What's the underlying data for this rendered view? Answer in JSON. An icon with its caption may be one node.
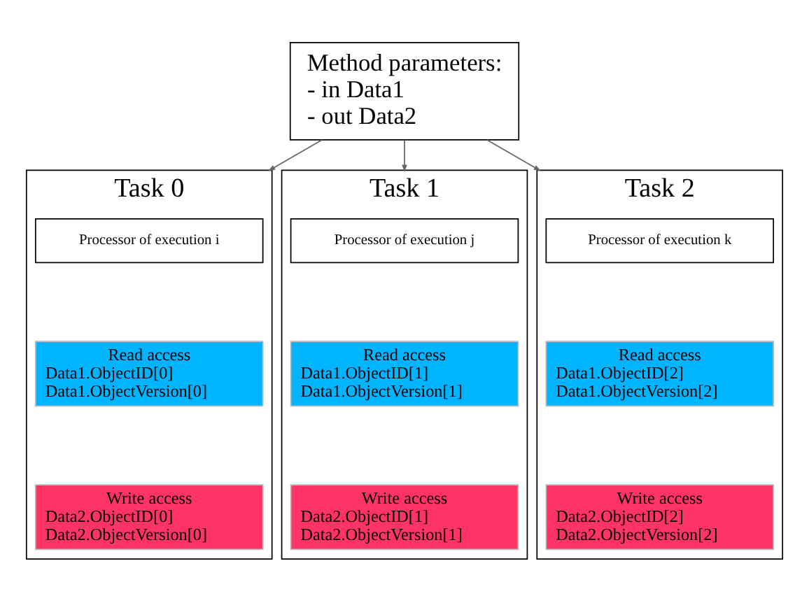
{
  "diagram": {
    "nodes": [
      {
        "text": [
          "Method parameters:",
          "- in Data1",
          "- out Data2"
        ]
      },
      {
        "text": [
          "Task 0"
        ]
      },
      {
        "text": [
          "Processor of execution i"
        ],
        "in": 1
      },
      {
        "text": [
          "Read access",
          "Data1.ObjectID[0]",
          "Data1.ObjectVersion[0]"
        ],
        "in": 1
      },
      {
        "text": [
          "Write access",
          "Data2.ObjectID[0]",
          "Data2.ObjectVersion[0]"
        ],
        "in": 1
      },
      {
        "text": [
          "Task 1"
        ]
      },
      {
        "text": [
          "Processor of execution j"
        ],
        "in": 5
      },
      {
        "text": [
          "Read access",
          "Data1.ObjectID[1]",
          "Data1.ObjectVersion[1]"
        ],
        "in": 5
      },
      {
        "text": [
          "Write access",
          "Data2.ObjectID[1]",
          "Data2.ObjectVersion[1]"
        ],
        "in": 5
      },
      {
        "text": [
          "Task 2"
        ]
      },
      {
        "text": [
          "Processor of execution k"
        ],
        "in": 9
      },
      {
        "text": [
          "Read access",
          "Data1.ObjectID[2]",
          "Data1.ObjectVersion[2]"
        ],
        "in": 9
      },
      {
        "text": [
          "Write access",
          "Data2.ObjectID[2]",
          "Data2.ObjectVersion[2]"
        ],
        "in": 9
      }
    ],
    "edges": [
      {
        "from": 0,
        "to": 1,
        "arrow": "to"
      },
      {
        "from": 0,
        "to": 5,
        "arrow": "to"
      },
      {
        "from": 0,
        "to": 9,
        "arrow": "to"
      }
    ]
  }
}
